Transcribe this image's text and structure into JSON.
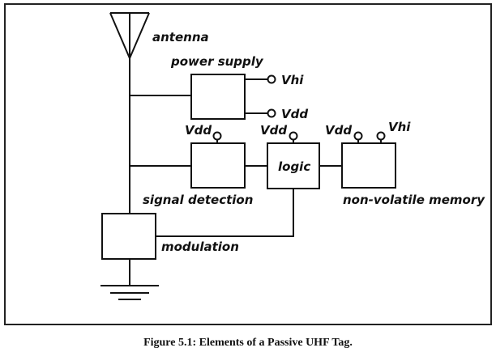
{
  "labels": {
    "antenna": "antenna",
    "power_supply": "power supply",
    "signal_detection": "signal detection",
    "logic": "logic",
    "non_volatile_memory": "non-volatile memory",
    "modulation": "modulation",
    "vhi_power": "Vhi",
    "vdd_power": "Vdd",
    "vdd_signal": "Vdd",
    "vdd_logic": "Vdd",
    "vdd_memory": "Vdd",
    "vhi_memory": "Vhi"
  },
  "caption": "Figure 5.1:  Elements of a Passive UHF Tag."
}
